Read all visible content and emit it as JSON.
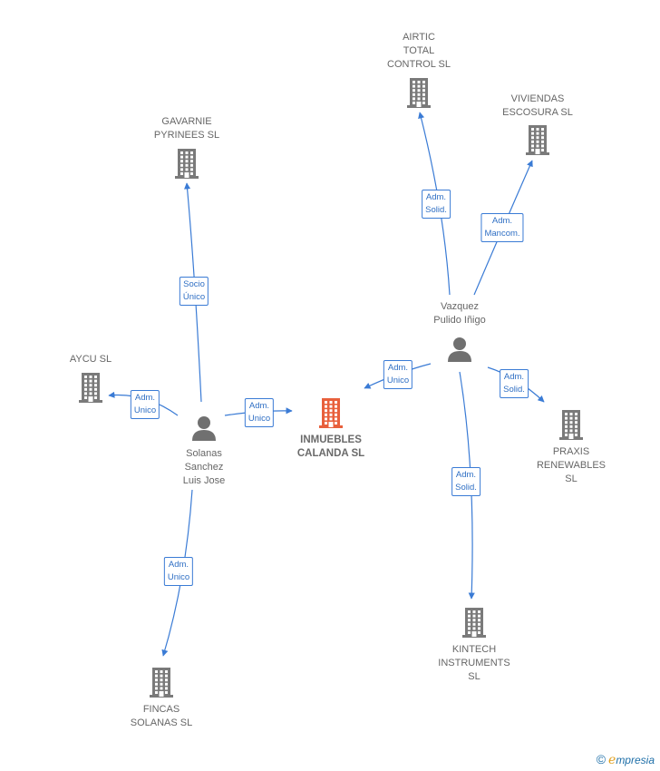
{
  "colors": {
    "edge": "#3a7bd5",
    "company_icon": "#7a7a7a",
    "main_company_icon": "#e8603c",
    "person_icon": "#707070"
  },
  "nodes": [
    {
      "id": "inmuebles",
      "type": "main-company",
      "label": "INMUEBLES\nCALANDA  SL"
    },
    {
      "id": "gavarnie",
      "type": "company",
      "label": "GAVARNIE\nPYRINEES SL"
    },
    {
      "id": "aycu",
      "type": "company",
      "label": "AYCU SL"
    },
    {
      "id": "fincas",
      "type": "company",
      "label": "FINCAS\nSOLANAS SL"
    },
    {
      "id": "airtic",
      "type": "company",
      "label": "AIRTIC\nTOTAL\nCONTROL  SL"
    },
    {
      "id": "viviendas",
      "type": "company",
      "label": "VIVIENDAS\nESCOSURA  SL"
    },
    {
      "id": "praxis",
      "type": "company",
      "label": "PRAXIS\nRENEWABLES\nSL"
    },
    {
      "id": "kintech",
      "type": "company",
      "label": "KINTECH\nINSTRUMENTS\nSL"
    },
    {
      "id": "solanas",
      "type": "person",
      "label": "Solanas\nSanchez\nLuis Jose"
    },
    {
      "id": "vazquez",
      "type": "person",
      "label": "Vazquez\nPulido Iñigo"
    }
  ],
  "edges": [
    {
      "from": "solanas",
      "to": "gavarnie",
      "label": "Socio\nÚnico"
    },
    {
      "from": "solanas",
      "to": "aycu",
      "label": "Adm.\nUnico"
    },
    {
      "from": "solanas",
      "to": "inmuebles",
      "label": "Adm.\nUnico"
    },
    {
      "from": "solanas",
      "to": "fincas",
      "label": "Adm.\nUnico"
    },
    {
      "from": "vazquez",
      "to": "airtic",
      "label": "Adm.\nSolid."
    },
    {
      "from": "vazquez",
      "to": "viviendas",
      "label": "Adm.\nMancom."
    },
    {
      "from": "vazquez",
      "to": "inmuebles",
      "label": "Adm.\nUnico"
    },
    {
      "from": "vazquez",
      "to": "praxis",
      "label": "Adm.\nSolid."
    },
    {
      "from": "vazquez",
      "to": "kintech",
      "label": "Adm.\nSolid."
    }
  ],
  "brand": {
    "copyright": "©",
    "first_letter": "e",
    "rest": "mpresia"
  }
}
